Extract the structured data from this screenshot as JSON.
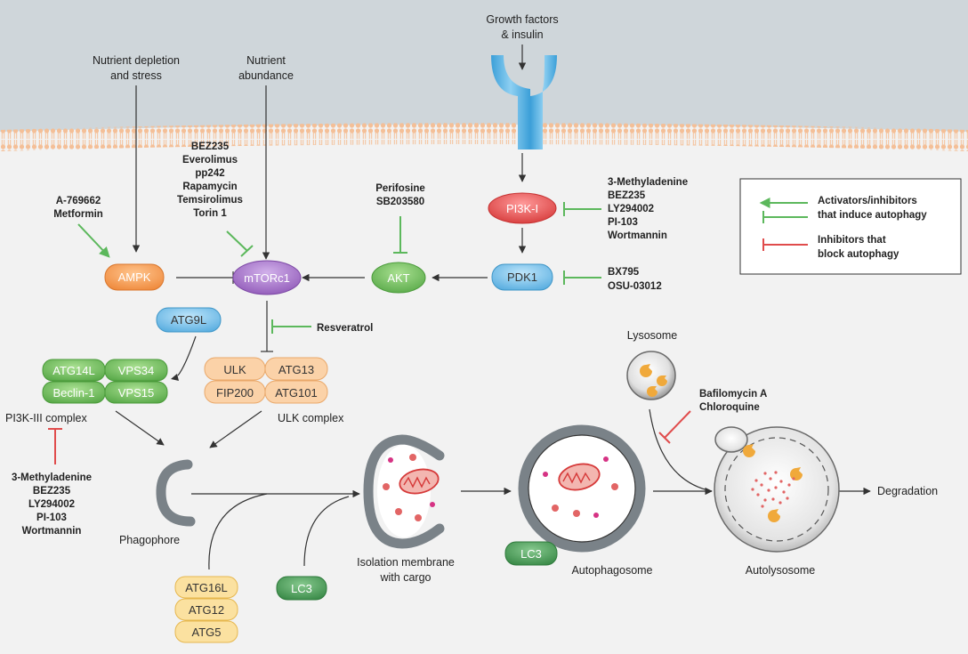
{
  "inputs": {
    "growth_line1": "Growth factors",
    "growth_line2": "& insulin",
    "nutrient_dep_line1": "Nutrient depletion",
    "nutrient_dep_line2": "and stress",
    "nutrient_ab_line1": "Nutrient",
    "nutrient_ab_line2": "abundance"
  },
  "nodes": {
    "pi3k1": "PI3K-I",
    "pdk1": "PDK1",
    "akt": "AKT",
    "mtorc1": "mTORc1",
    "ampk": "AMPK",
    "atg9l": "ATG9L",
    "atg14l": "ATG14L",
    "vps34": "VPS34",
    "beclin1": "Beclin-1",
    "vps15": "VPS15",
    "ulk": "ULK",
    "atg13": "ATG13",
    "fip200": "FIP200",
    "atg101": "ATG101",
    "atg16l": "ATG16L",
    "atg12": "ATG12",
    "atg5": "ATG5",
    "lc3_a": "LC3",
    "lc3_b": "LC3"
  },
  "drugs": {
    "ampk_activators": [
      "A-769662",
      "Metformin"
    ],
    "mtor_inhibitors": [
      "BEZ235",
      "Everolimus",
      "pp242",
      "Rapamycin",
      "Temsirolimus",
      "Torin 1"
    ],
    "akt_inhibitors": [
      "Perifosine",
      "SB203580"
    ],
    "pi3k1_inhibitors": [
      "3-Methyladenine",
      "BEZ235",
      "LY294002",
      "PI-103",
      "Wortmannin"
    ],
    "pdk1_inhibitors": [
      "BX795",
      "OSU-03012"
    ],
    "ulk_activator": "Resveratrol",
    "pi3k3_inhibitors": [
      "3-Methyladenine",
      "BEZ235",
      "LY294002",
      "PI-103",
      "Wortmannin"
    ],
    "lysosome_inhibitors": [
      "Bafilomycin A",
      "Chloroquine"
    ]
  },
  "labels": {
    "pi3k3_complex": "PI3K-III complex",
    "ulk_complex": "ULK complex",
    "phagophore": "Phagophore",
    "isolation_line1": "Isolation membrane",
    "isolation_line2": "with cargo",
    "autophagosome": "Autophagosome",
    "autolysosome": "Autolysosome",
    "lysosome": "Lysosome",
    "degradation": "Degradation"
  },
  "legend": {
    "green_line1": "Activators/inhibitors",
    "green_line2": "that induce autophagy",
    "red_line1": "Inhibitors that",
    "red_line2": "block autophagy"
  },
  "colors": {
    "green": "#5cb85c",
    "red": "#e04c4c",
    "orange": "#f5a25d",
    "purple": "#a678c8",
    "blue": "#62b3e0",
    "lightblue": "#a8d8f0",
    "peach": "#fbd2a8",
    "yellow": "#fbe1a0",
    "darkgreen": "#3d8f4c",
    "membrane": "#7a8288"
  }
}
